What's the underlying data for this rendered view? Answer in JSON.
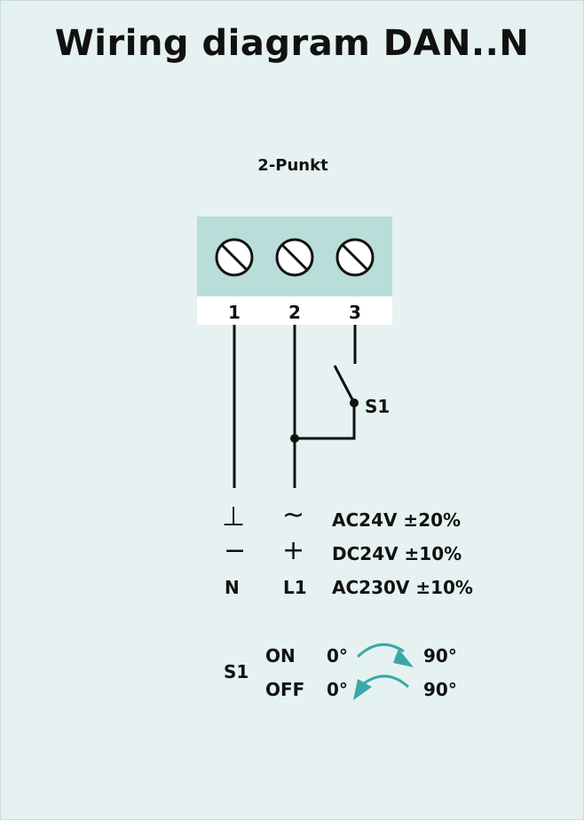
{
  "title": "Wiring diagram DAN..N",
  "subtitle": "2-Punkt",
  "terminals": [
    "1",
    "2",
    "3"
  ],
  "switch_label": "S1",
  "supply_rows": [
    {
      "sym1": "⊥",
      "sym2": "~",
      "text": "AC24V ±20%"
    },
    {
      "sym1": "−",
      "sym2": "+",
      "text": "DC24V ±10%"
    },
    {
      "sym1": "N",
      "sym2": "L1",
      "text": "AC230V ±10%"
    }
  ],
  "switching": {
    "label": "S1",
    "rows": [
      {
        "state": "ON",
        "from": "0°",
        "to": "90°"
      },
      {
        "state": "OFF",
        "from": "0°",
        "to": "90°"
      }
    ]
  },
  "colors": {
    "background": "#e6f2f1",
    "terminal_block": "#b9ddd9",
    "arrow": "#3aa9a6",
    "line": "#111111"
  },
  "icons": [
    "screw-terminal-icon",
    "rotation-arrow-icon"
  ]
}
